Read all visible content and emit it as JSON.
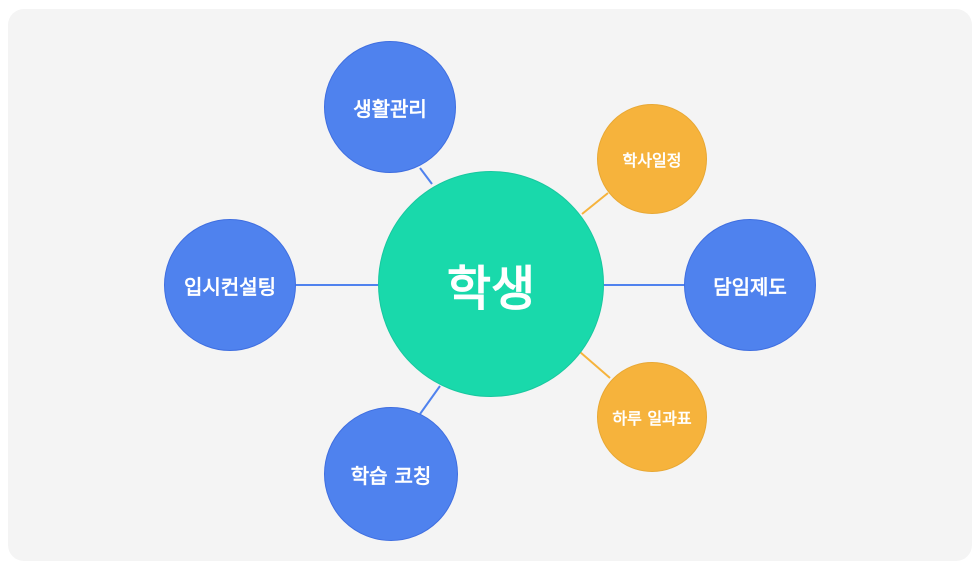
{
  "colors": {
    "center": "#19d9ab",
    "blue": "#4f82ee",
    "orange": "#f6b33c",
    "blue_line": "#4f82ee",
    "orange_line": "#f6b33c",
    "background": "#f4f4f4"
  },
  "center": {
    "label": "학생"
  },
  "nodes": [
    {
      "id": "life-management",
      "label": "생활관리",
      "kind": "blue"
    },
    {
      "id": "admission-consulting",
      "label": "입시컨설팅",
      "kind": "blue"
    },
    {
      "id": "study-coaching",
      "label": "학습 코칭",
      "kind": "blue"
    },
    {
      "id": "homeroom-system",
      "label": "담임제도",
      "kind": "blue"
    },
    {
      "id": "academic-calendar",
      "label": "학사일정",
      "kind": "orange"
    },
    {
      "id": "daily-schedule",
      "label": "하루 일과표",
      "kind": "orange"
    }
  ]
}
